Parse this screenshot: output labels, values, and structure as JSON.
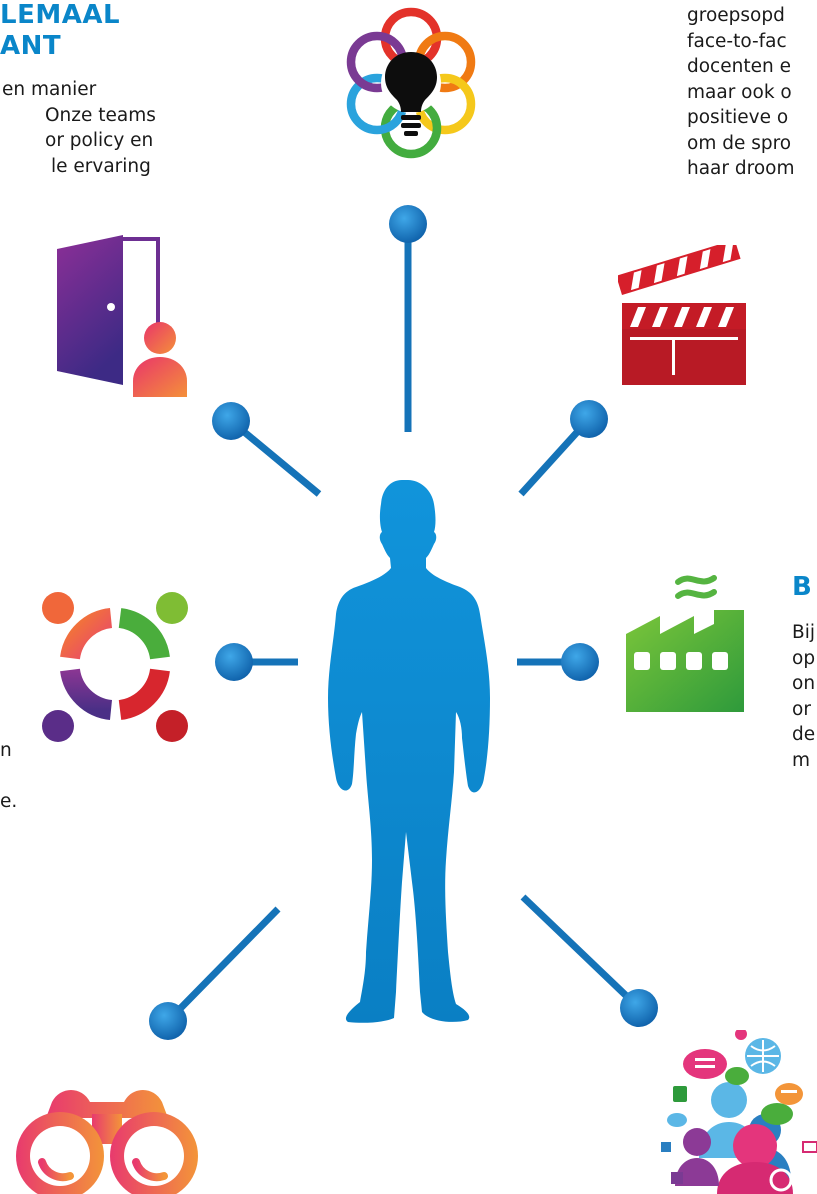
{
  "top_left": {
    "heading_lines": [
      "LEMAAL",
      "ANT"
    ],
    "body_lines": [
      "en manier",
      "Onze teams",
      "or policy en",
      "le ervaring"
    ]
  },
  "top_right": {
    "body_lines": [
      "groepsopd",
      "face-to-fac",
      "docenten e",
      "maar ook o",
      "positieve o",
      "om de spro",
      "haar droom"
    ]
  },
  "right": {
    "heading": "B",
    "body_lines": [
      "Bij",
      "op",
      "on",
      "or",
      "de",
      "m"
    ]
  },
  "left": {
    "body_lines": [
      "n",
      "",
      "e."
    ]
  },
  "colors": {
    "accent_blue": "#0a86c9",
    "connector_blue": "#1573b8",
    "figure_blue": "#0e8fd6"
  },
  "icons": [
    "lightbulb-flower-icon",
    "door-person-icon",
    "clapperboard-icon",
    "team-circle-icon",
    "factory-icon",
    "binoculars-icon",
    "social-media-people-icon"
  ]
}
